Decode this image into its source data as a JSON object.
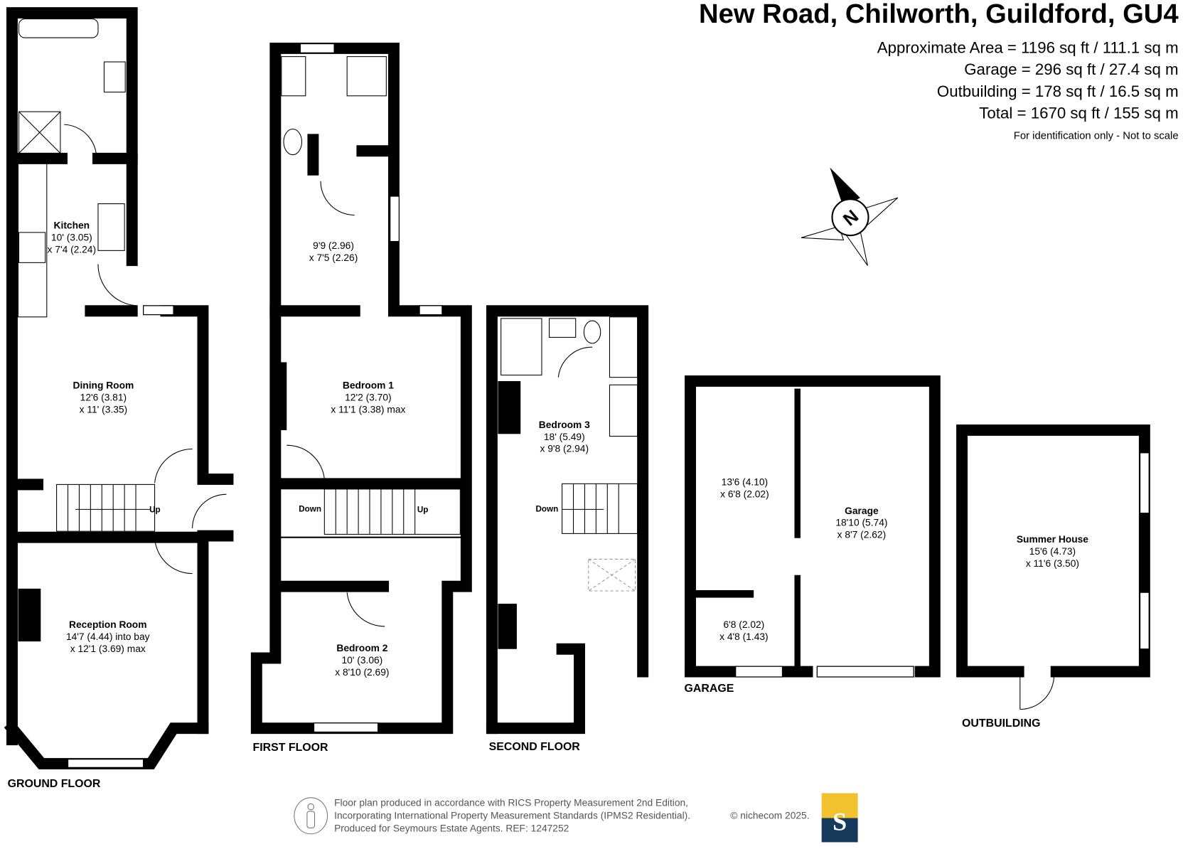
{
  "header": {
    "title": "New Road, Chilworth, Guildford, GU4",
    "areas": [
      "Approximate Area = 1196 sq ft / 111.1 sq m",
      "Garage = 296 sq ft / 27.4 sq m",
      "Outbuilding = 178 sq ft / 16.5 sq m",
      "Total = 1670 sq ft / 155 sq m"
    ],
    "note": "For identification only - Not to scale"
  },
  "compass": {
    "label": "N"
  },
  "floors": {
    "ground": {
      "label": "GROUND FLOOR",
      "rooms": [
        {
          "name": "Kitchen",
          "dims": [
            "10' (3.05)",
            "x 7'4 (2.24)"
          ]
        },
        {
          "name": "Dining Room",
          "dims": [
            "12'6 (3.81)",
            "x 11' (3.35)"
          ]
        },
        {
          "name": "Reception Room",
          "dims": [
            "14'7 (4.44) into bay",
            "x 12'1 (3.69) max"
          ]
        }
      ],
      "stairs": "Up"
    },
    "first": {
      "label": "FIRST FLOOR",
      "rooms": [
        {
          "name": "",
          "dims": [
            "9'9 (2.96)",
            "x 7'5 (2.26)"
          ]
        },
        {
          "name": "Bedroom 1",
          "dims": [
            "12'2 (3.70)",
            "x 11'1 (3.38) max"
          ]
        },
        {
          "name": "Bedroom 2",
          "dims": [
            "10' (3.06)",
            "x 8'10 (2.69)"
          ]
        }
      ],
      "stairs_down": "Down",
      "stairs_up": "Up"
    },
    "second": {
      "label": "SECOND FLOOR",
      "rooms": [
        {
          "name": "Bedroom 3",
          "dims": [
            "18' (5.49)",
            "x 9'8 (2.94)"
          ]
        }
      ],
      "stairs_down": "Down"
    },
    "garage": {
      "label": "GARAGE",
      "rooms": [
        {
          "name": "",
          "dims": [
            "13'6 (4.10)",
            "x 6'8 (2.02)"
          ]
        },
        {
          "name": "Garage",
          "dims": [
            "18'10 (5.74)",
            "x 8'7 (2.62)"
          ]
        },
        {
          "name": "",
          "dims": [
            "6'8 (2.02)",
            "x 4'8 (1.43)"
          ]
        }
      ]
    },
    "outbuilding": {
      "label": "OUTBUILDING",
      "rooms": [
        {
          "name": "Summer House",
          "dims": [
            "15'6 (4.73)",
            "x 11'6 (3.50)"
          ]
        }
      ]
    }
  },
  "footer": {
    "lines": [
      "Floor plan produced in accordance with RICS Property Measurement 2nd Edition,",
      "Incorporating International Property Measurement Standards (IPMS2 Residential).",
      "Produced for Seymours Estate Agents.   REF: 1247252"
    ],
    "copyright": "© nichecom 2025.",
    "logo_letter": "S",
    "logo_colors": {
      "top": "#f2c22e",
      "bottom": "#163a5c"
    }
  }
}
